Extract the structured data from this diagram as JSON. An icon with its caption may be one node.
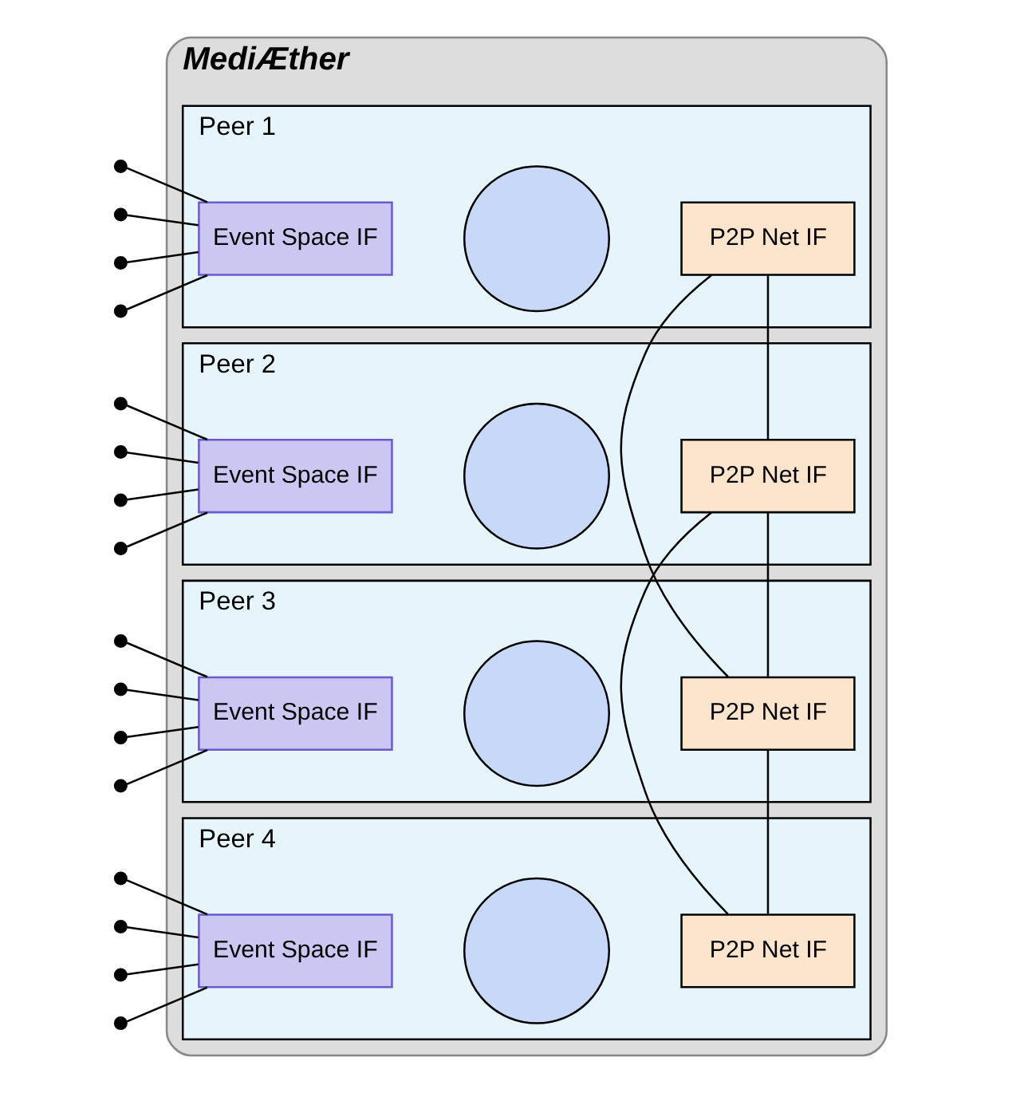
{
  "diagram": {
    "nodes": [
      {
        "text": [
          "MediÆther"
        ]
      },
      {
        "text": [
          "Peer 1"
        ],
        "in": 0
      },
      {
        "text": [
          "Event Space IF"
        ],
        "in": 1
      },
      {
        "text": [],
        "shape": "circle",
        "in": 1
      },
      {
        "text": [
          "P2P Net IF"
        ],
        "in": 1
      },
      {
        "text": [
          "Peer 2"
        ],
        "in": 0
      },
      {
        "text": [],
        "shape": "circle",
        "in": 5
      },
      {
        "text": [
          "Event Space IF"
        ],
        "in": 5
      },
      {
        "text": [
          "P2P Net IF"
        ],
        "in": 5
      },
      {
        "text": [
          "Peer 3"
        ],
        "in": 0
      },
      {
        "text": [
          "P2P Net IF"
        ],
        "in": 9
      },
      {
        "text": [
          "Event Space IF"
        ],
        "in": 9
      },
      {
        "text": [],
        "shape": "circle",
        "in": 9
      },
      {
        "text": [
          "Peer 4"
        ],
        "in": 0
      },
      {
        "text": [
          "P2P Net IF"
        ],
        "in": 13
      },
      {
        "text": [],
        "shape": "circle",
        "in": 13
      },
      {
        "text": [
          "Event Space IF"
        ],
        "in": 13
      }
    ],
    "edges": [
      {
        "from": 4,
        "to": 8,
        "arrow": "none"
      },
      {
        "from": 4,
        "to": 10,
        "arrow": "none"
      },
      {
        "from": 8,
        "to": 10,
        "arrow": "none"
      },
      {
        "from": 8,
        "to": 14,
        "arrow": "none"
      },
      {
        "from": 10,
        "to": 14,
        "arrow": "none"
      },
      {
        "from": null,
        "to": 2,
        "arrow": "other"
      },
      {
        "from": null,
        "to": 2,
        "arrow": "other"
      },
      {
        "from": null,
        "to": 2,
        "arrow": "other"
      },
      {
        "from": null,
        "to": 2,
        "arrow": "other"
      },
      {
        "from": null,
        "to": 7,
        "arrow": "other"
      },
      {
        "from": null,
        "to": 7,
        "arrow": "other"
      },
      {
        "from": null,
        "to": 7,
        "arrow": "other"
      },
      {
        "from": null,
        "to": 7,
        "arrow": "other"
      },
      {
        "from": null,
        "to": 11,
        "arrow": "other"
      },
      {
        "from": null,
        "to": 11,
        "arrow": "other"
      },
      {
        "from": null,
        "to": 11,
        "arrow": "other"
      },
      {
        "from": null,
        "to": 11,
        "arrow": "other"
      },
      {
        "from": null,
        "to": 16,
        "arrow": "other"
      },
      {
        "from": null,
        "to": 16,
        "arrow": "other"
      },
      {
        "from": null,
        "to": 16,
        "arrow": "other"
      },
      {
        "from": null,
        "to": 16,
        "arrow": "other"
      }
    ]
  }
}
